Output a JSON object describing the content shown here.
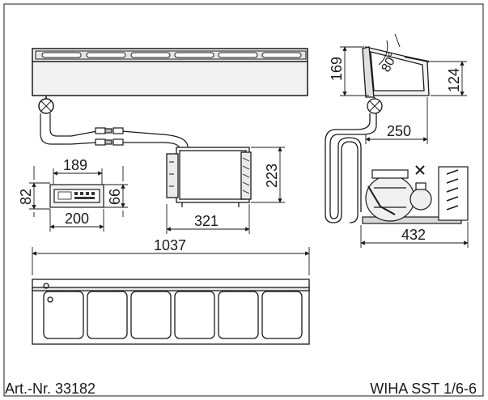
{
  "dimensions": {
    "top_width": "189",
    "top_height": "82",
    "panel_height": "66",
    "panel_width": "200",
    "unit_height": "223",
    "unit_width": "321",
    "total_length": "1037",
    "side_height": "169",
    "angle": "80°",
    "side_depth": "124",
    "side_width": "250",
    "comp_width": "432"
  },
  "footer": {
    "article": "Art.-Nr. 33182",
    "model": "WIHA SST 1/6-6"
  },
  "colors": {
    "line": "#1a1a1a",
    "fill_light": "#f0f0f0",
    "fill_mid": "#d8d8d8"
  }
}
